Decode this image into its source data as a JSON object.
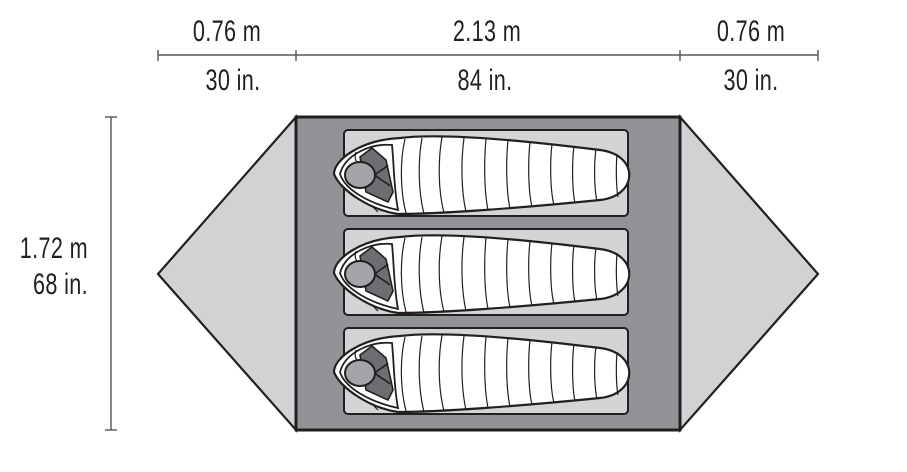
{
  "diagram": {
    "type": "tent-floor-plan",
    "colors": {
      "vestibule_fill": "#d1d2d4",
      "floor_fill": "#929396",
      "pad_fill": "#d4d4d6",
      "bag_fill": "#ffffff",
      "hood_fill": "#6d6e71",
      "head_fill": "#a4a5a8",
      "outline": "#231f20",
      "dimension_line": "#555555"
    },
    "dimensions": {
      "left_vestibule": {
        "metric": "0.76 m",
        "imperial": "30 in."
      },
      "floor_length": {
        "metric": "2.13 m",
        "imperial": "84 in."
      },
      "right_vestibule": {
        "metric": "0.76 m",
        "imperial": "30 in."
      },
      "floor_width": {
        "metric": "1.72 m",
        "imperial": "68 in."
      }
    },
    "sleepers": [
      {
        "label": "sleeping-bag-1"
      },
      {
        "label": "sleeping-bag-2"
      },
      {
        "label": "sleeping-bag-3"
      }
    ]
  }
}
